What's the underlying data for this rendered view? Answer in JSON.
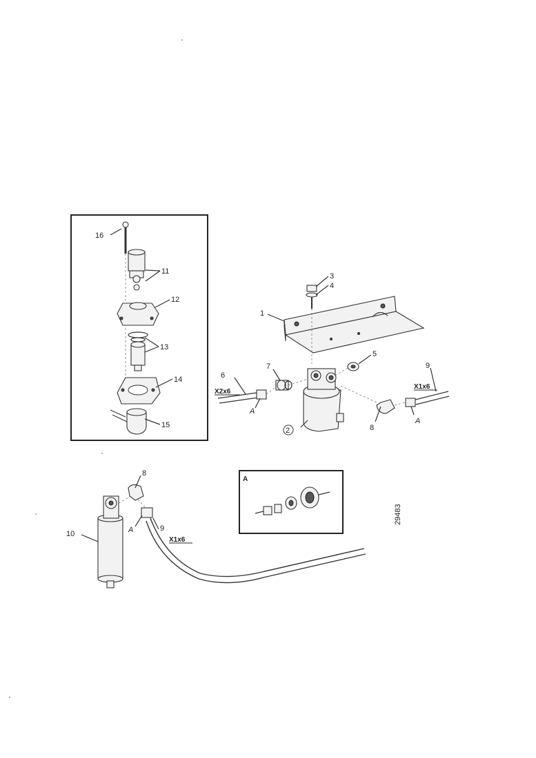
{
  "callouts": {
    "c1": "1",
    "c2": "2",
    "c3": "3",
    "c4": "4",
    "c5": "5",
    "c6": "6",
    "c7": "7",
    "c8a": "8",
    "c8b": "8",
    "c9a": "9",
    "c9b": "9",
    "c10": "10",
    "c11": "11",
    "c12": "12",
    "c13": "13",
    "c14": "14",
    "c15": "15",
    "c16": "16"
  },
  "detail_markers": {
    "a1": "A",
    "a2": "A",
    "a3": "A",
    "inset_title": "A"
  },
  "hose_specs": {
    "left": "X2x6",
    "right": "X1x6",
    "bottom": "X1x6"
  },
  "drawing_number": "29483"
}
